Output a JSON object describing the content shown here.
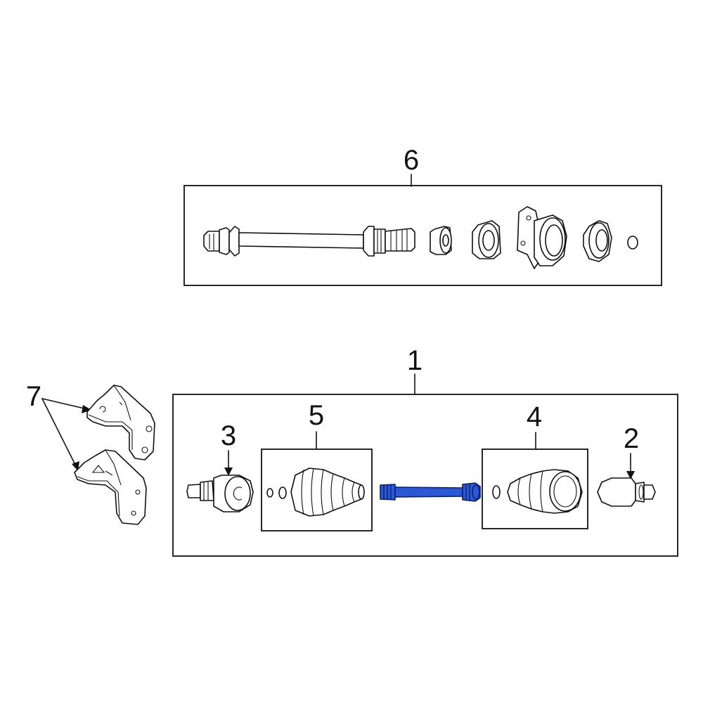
{
  "diagram": {
    "callouts": {
      "c1": "1",
      "c2": "2",
      "c3": "3",
      "c4": "4",
      "c5": "5",
      "c6": "6",
      "c7": "7"
    },
    "highlight_color": "#2b58d4",
    "line_color": "#111111",
    "background": "#ffffff"
  }
}
